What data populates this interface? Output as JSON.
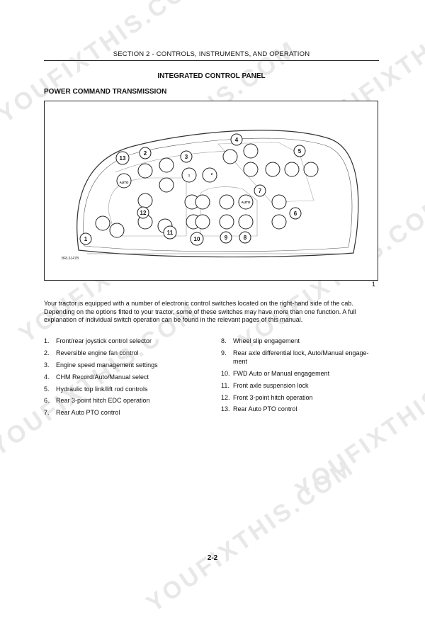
{
  "header": {
    "section": "SECTION 2 - CONTROLS, INSTRUMENTS, AND OPERATION"
  },
  "titles": {
    "panel": "INTEGRATED CONTROL PANEL",
    "section": "POWER COMMAND TRANSMISSION"
  },
  "figure": {
    "ref_code": "BRL6147B",
    "number": "1",
    "callouts": [
      "1",
      "2",
      "3",
      "4",
      "5",
      "6",
      "7",
      "8",
      "9",
      "10",
      "11",
      "12",
      "13"
    ],
    "switch_text": {
      "auto": "AUTO",
      "one": "1",
      "two": "2"
    }
  },
  "intro": "Your tractor is equipped with a number of electronic control switches located on the right-hand side of the cab. Depending on the options fitted to your tractor, some of these switches may have more than one function. A full explanation of individual switch operation can be found in the relevant pages of this manual.",
  "legend_left": [
    {
      "num": "1.",
      "text": "Front/rear joystick control selector"
    },
    {
      "num": "2.",
      "text": "Reversible engine fan control"
    },
    {
      "num": "3.",
      "text": "Engine speed management settings"
    },
    {
      "num": "4.",
      "text": "CHM Record/Auto/Manual select"
    },
    {
      "num": "5.",
      "text": "Hydraulic top link/lift rod controls"
    },
    {
      "num": "6.",
      "text": "Rear 3-point hitch EDC operation"
    },
    {
      "num": "7.",
      "text": "Rear Auto PTO control"
    }
  ],
  "legend_right": [
    {
      "num": "8.",
      "text": "Wheel slip engagement"
    },
    {
      "num": "9.",
      "text": "Rear axle differential lock, Auto/Manual engage-ment"
    },
    {
      "num": "10.",
      "text": "FWD Auto or Manual engagement"
    },
    {
      "num": "11.",
      "text": "Front axle suspension lock"
    },
    {
      "num": "12.",
      "text": "Front 3-point hitch operation"
    },
    {
      "num": "13.",
      "text": "Rear Auto PTO control"
    }
  ],
  "page_number": "2-2",
  "watermarks": [
    "YOUFIXTHIS.COM",
    "YOUFIXTHIS",
    "YOUFIXTHIS.COM",
    "YOUFIXTHIS",
    "YOUFIXTHIS.COM",
    "YOUFIXTHIS.COM",
    "YOUFIXTHIS",
    "YOUFIXTHIS.COM"
  ]
}
